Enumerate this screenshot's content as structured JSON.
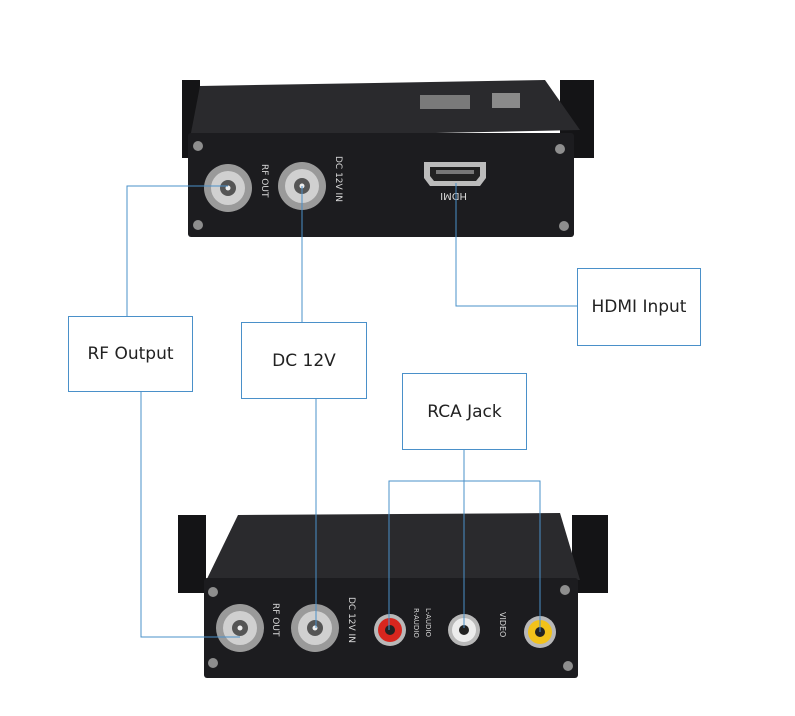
{
  "callouts": {
    "hdmi_input": "HDMI Input",
    "rf_output": "RF Output",
    "dc_12v": "DC 12V",
    "rca_jack": "RCA Jack"
  },
  "top_device": {
    "rf_out": "RF OUT",
    "dc_in": "DC 12V IN",
    "hdmi": "HDMI"
  },
  "bottom_device": {
    "rf_out": "RF OUT",
    "dc_in": "DC 12V IN",
    "r_audio": "R-AUDIO",
    "l_audio": "L-AUDIO",
    "video": "VIDEO"
  },
  "colors": {
    "line": "#4a90c9",
    "body": "#1b1b1d",
    "panel": "#232326",
    "rca_red": "#d8261e",
    "rca_white": "#ececec",
    "rca_yellow": "#f2c21a"
  }
}
